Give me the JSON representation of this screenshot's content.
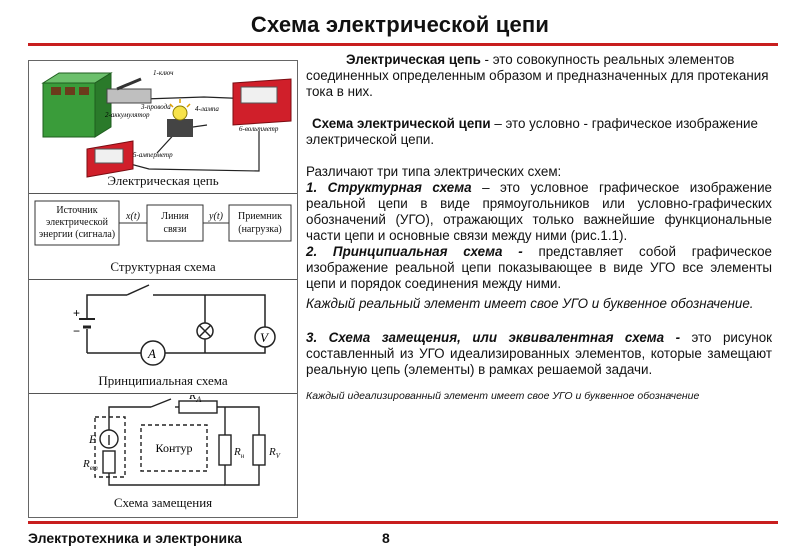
{
  "title": "Схема электрической цепи",
  "footer": {
    "left": "Электротехника и электроника",
    "page": "8"
  },
  "figures": {
    "f1": {
      "caption": "Электрическая цепь",
      "labels": [
        "1-ключ",
        "2-аккумулятор",
        "3-провода",
        "4-лампа",
        "5-амперметр",
        "6-вольтметр"
      ]
    },
    "f2": {
      "caption": "Структурная схема",
      "source": [
        "Источник",
        "электрической",
        "энергии (сигнала)"
      ],
      "link": [
        "Линия",
        "связи"
      ],
      "receiver": [
        "Приемник",
        "(нагрузка)"
      ],
      "x": "x(t)",
      "y": "y(t)"
    },
    "f3": {
      "caption": "Принципиальная схема",
      "plus": "+",
      "minus": "−",
      "ammeter": "A",
      "voltmeter": "V"
    },
    "f4": {
      "caption": "Схема замещения",
      "ra": "R",
      "ra_sub": "A",
      "e": "E",
      "rvt": "R",
      "rvt_sub": "вт",
      "kontur": "Контур",
      "rn": "R",
      "rn_sub": "н",
      "rv": "R",
      "rv_sub": "V"
    }
  },
  "text": {
    "p1_lead": "Электрическая цепь",
    "p1_rest": " - это совокупность реальных элементов соединенных определенным образом и предназначенных для протекания тока в них.",
    "p2_lead": "Схема электрической цепи",
    "p2_rest": " – это условно - графическое изображение электрической цепи.",
    "p3": "Различают три типа электрических схем:",
    "i1_lead": "1. Структурная схема",
    "i1_rest": " – это условное графическое изображение реальной цепи в виде прямоугольников или условно-графических обозначений (УГО), отражающих только важнейшие функциональные части цепи и основные связи между ними (рис.1.1).",
    "i2_lead": "2. Принципиальная схема -",
    "i2_rest": " представляет собой графическое изображение реальной цепи показывающее в виде УГО все элементы цепи и порядок соединения между ними.",
    "i2_note": "Каждый реальный элемент имеет свое УГО и буквенное обозначение.",
    "i3_lead": "3. Схема замещения, или эквивалентная схема -",
    "i3_rest": " это рисунок составленный из УГО идеализированных элементов, которые замещают реальную цепь (элементы) в рамках решаемой задачи.",
    "i3_note": "Каждый идеализированный элемент имеет свое УГО и буквенное обозначение"
  }
}
